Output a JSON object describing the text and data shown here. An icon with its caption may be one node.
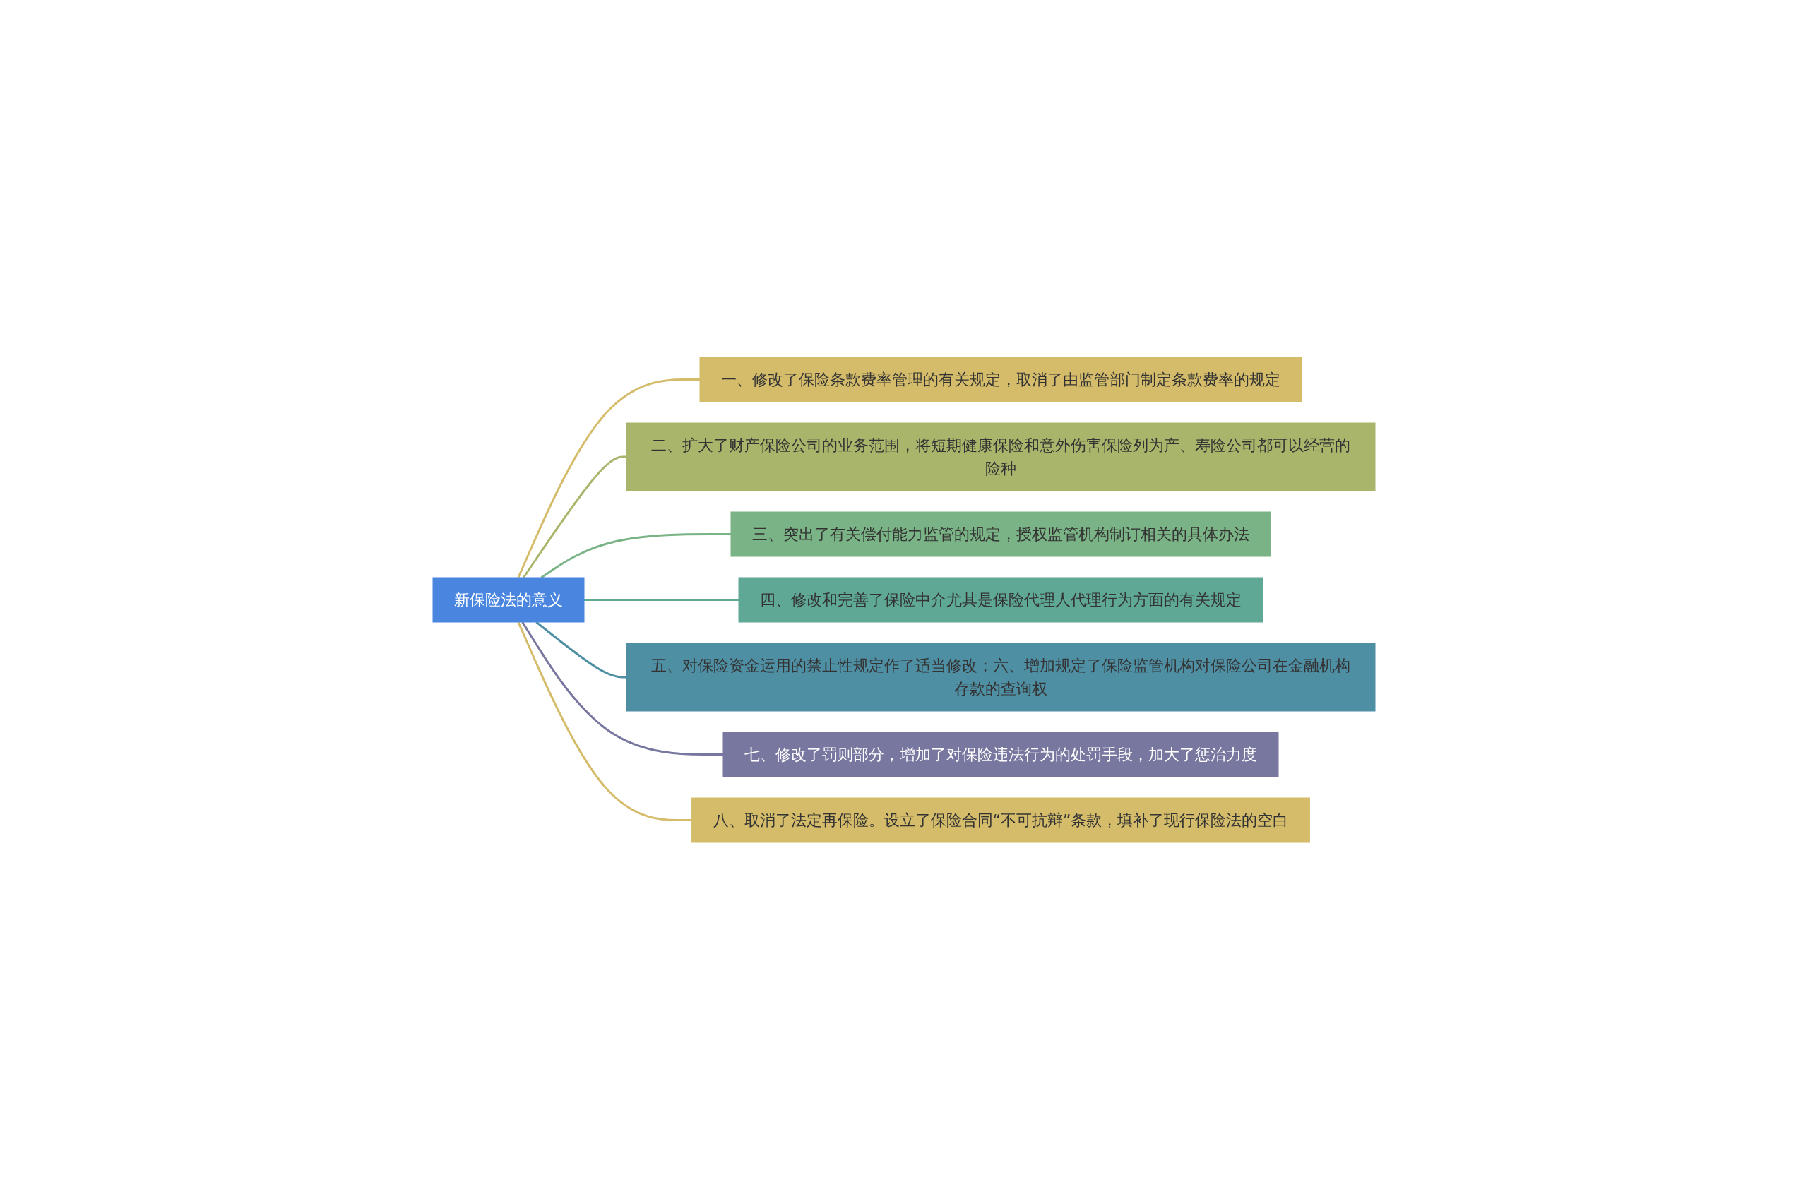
{
  "diagram": {
    "nodes": [
      {
        "text": [
          "新保险法的意义"
        ]
      },
      {
        "text": [
          "一、修改了保险条款费率管理的有关规定，取消了由监管部门制定条款费率的规定"
        ]
      },
      {
        "text": [
          "二、扩大了财产保险公司的业务范围，将短期健康保险和意外伤害保险列为产、寿险公司都可以经营的险种"
        ]
      },
      {
        "text": [
          "三、突出了有关偿付能力监管的规定，授权监管机构制订相关的具体办法"
        ]
      },
      {
        "text": [
          "四、修改和完善了保险中介尤其是保险代理人代理行为方面的有关规定"
        ]
      },
      {
        "text": [
          "五、对保险资金运用的禁止性规定作了适当修改；六、增加规定了保险监管机构对保险公司在金融机构存款的查询权"
        ]
      },
      {
        "text": [
          "七、修改了罚则部分，增加了对保险违法行为的处罚手段，加大了惩治力度"
        ]
      },
      {
        "text": [
          "八、取消了法定再保险。设立了保险合同“不可抗辩”条款，填补了现行保险法的空白"
        ]
      }
    ],
    "edges": [
      {
        "from": 0,
        "to": 1,
        "arrow": "none"
      },
      {
        "from": 0,
        "to": 2,
        "arrow": "none",
        "color": "#a9b56b"
      },
      {
        "from": 0,
        "to": 3,
        "arrow": "none",
        "color": "#7ab385"
      },
      {
        "from": 0,
        "to": 4,
        "arrow": "none",
        "color": "#5fa896"
      },
      {
        "from": 0,
        "to": 5,
        "arrow": "none",
        "color": "#4f8fa3"
      },
      {
        "from": 0,
        "to": 6,
        "arrow": "none",
        "color": "#77779f"
      },
      {
        "from": 0,
        "to": 7,
        "arrow": "none"
      }
    ]
  }
}
